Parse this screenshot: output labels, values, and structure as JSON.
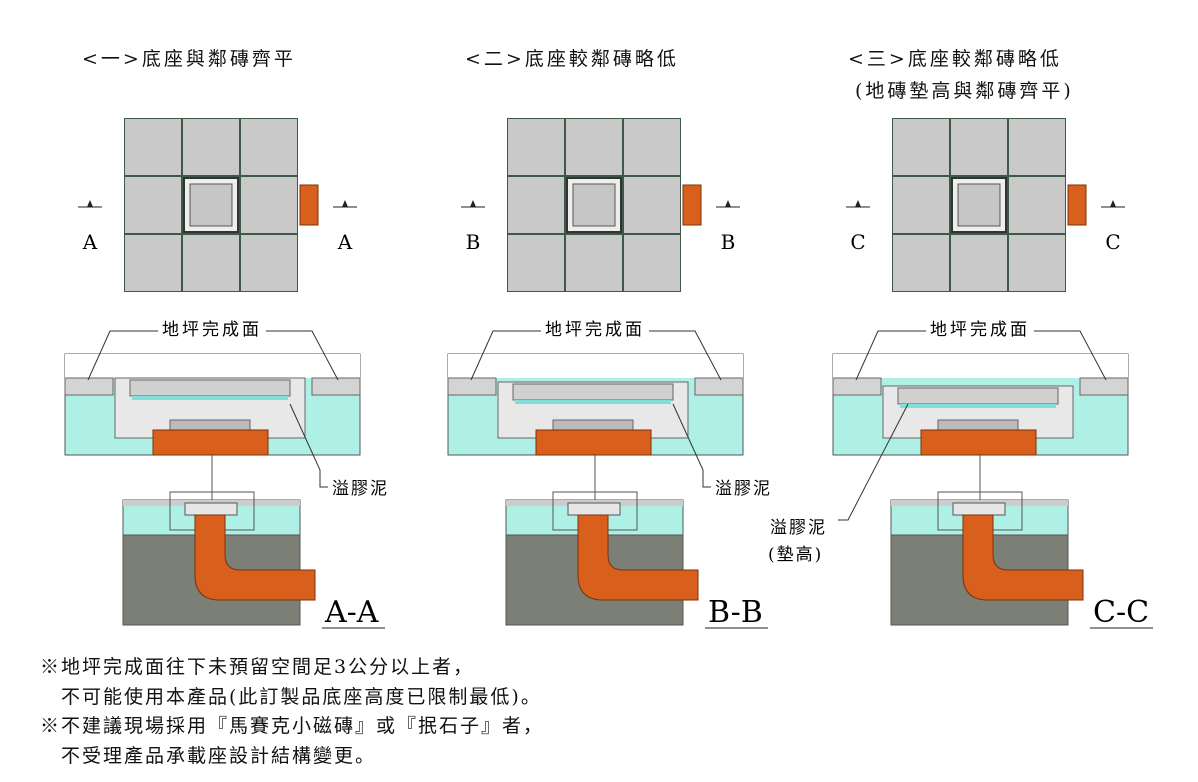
{
  "panels": [
    {
      "title": [
        "<一>底座與鄰磚齊平"
      ],
      "marker": "A",
      "section_label": "A-A",
      "floor_label": "地坪完成面",
      "grout_label": [
        "溢膠泥"
      ],
      "variant": "flush"
    },
    {
      "title": [
        "<二>底座較鄰磚略低"
      ],
      "marker": "B",
      "section_label": "B-B",
      "floor_label": "地坪完成面",
      "grout_label": [
        "溢膠泥"
      ],
      "variant": "lower"
    },
    {
      "title": [
        "<三>底座較鄰磚略低",
        "(地磚墊高與鄰磚齊平)"
      ],
      "marker": "C",
      "section_label": "C-C",
      "floor_label": "地坪完成面",
      "grout_label": [
        "溢膠泥",
        "(墊高)"
      ],
      "variant": "raised"
    }
  ],
  "notes": [
    "※地坪完成面往下未預留空間足3公分以上者，",
    "　不可能使用本產品(此訂製品底座高度已限制最低)。",
    "※不建議現場採用『馬賽克小磁磚』或『抿石子』者，",
    "　不受理產品承載座設計結構變更。"
  ],
  "colors": {
    "tile": "#c9c9c9",
    "grout": "#3c5a46",
    "water": "#aef0e6",
    "pipe": "#d9601c",
    "concrete": "#7b7f76",
    "metal": "#d8d8d8"
  }
}
